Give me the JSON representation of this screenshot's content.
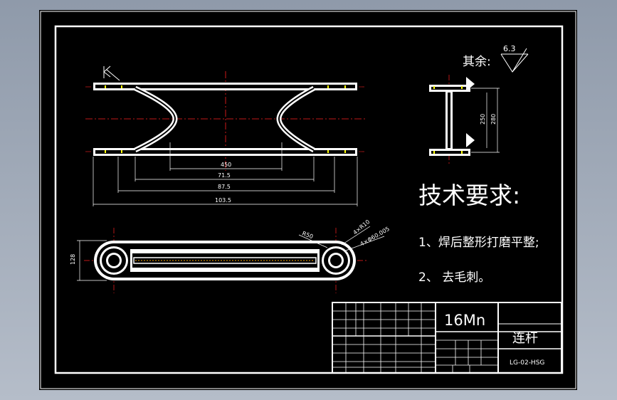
{
  "colors": {
    "background": "#000000",
    "lines": "#ffffff",
    "centerline": "#ff2020",
    "marker": "#ffff00",
    "frame_outer": "#8f9aaa"
  },
  "surface_note": {
    "label": "其余:",
    "roughness_value": "6.3"
  },
  "technical_requirements": {
    "heading": "技术要求:",
    "items": [
      "1、焊后整形打磨平整;",
      "2、 去毛刺。"
    ]
  },
  "front_view": {
    "dims": [
      "450",
      "71.5",
      "87.5",
      "103.5"
    ]
  },
  "side_view": {
    "dims": [
      "250",
      "280"
    ]
  },
  "top_view": {
    "dims": [
      "128",
      "R50",
      "4×R10",
      "4×Φ60.005"
    ]
  },
  "title_block": {
    "material": "16Mn",
    "part_name": "连杆",
    "drawing_number": "LG-02-HSG"
  }
}
